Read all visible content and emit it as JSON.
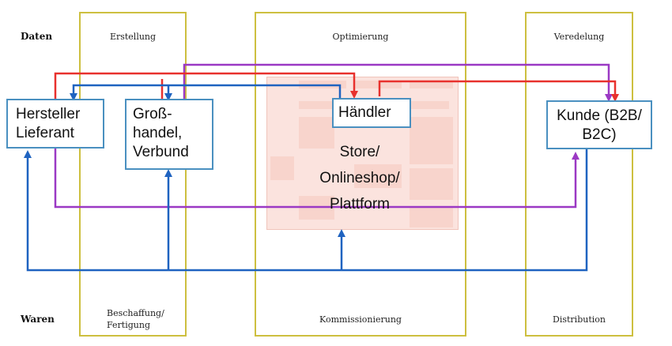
{
  "rows": {
    "top": "Daten",
    "bottom": "Waren"
  },
  "columns": [
    {
      "top": "Erstellung",
      "bottom": "Beschaffung/ Fertigung"
    },
    {
      "top": "Optimierung",
      "bottom": "Kommissionierung"
    },
    {
      "top": "Veredelung",
      "bottom": "Distribution"
    }
  ],
  "nodes": {
    "hersteller": [
      "Hersteller",
      "Lieferant"
    ],
    "grosshandel": [
      "Groß-",
      "handel,",
      "Verbund"
    ],
    "haendler": "Händler",
    "store": [
      "Store/",
      "Onlineshop/",
      "Plattform"
    ],
    "kunde": [
      "Kunde (B2B/",
      "B2C)"
    ]
  },
  "colors": {
    "column_border": "#cdbf3f",
    "node_border": "#4a90c0",
    "flow_red": "#e8312d",
    "flow_blue": "#1f63c0",
    "flow_purple": "#9b39c4",
    "background_table": "#fbe3de"
  }
}
